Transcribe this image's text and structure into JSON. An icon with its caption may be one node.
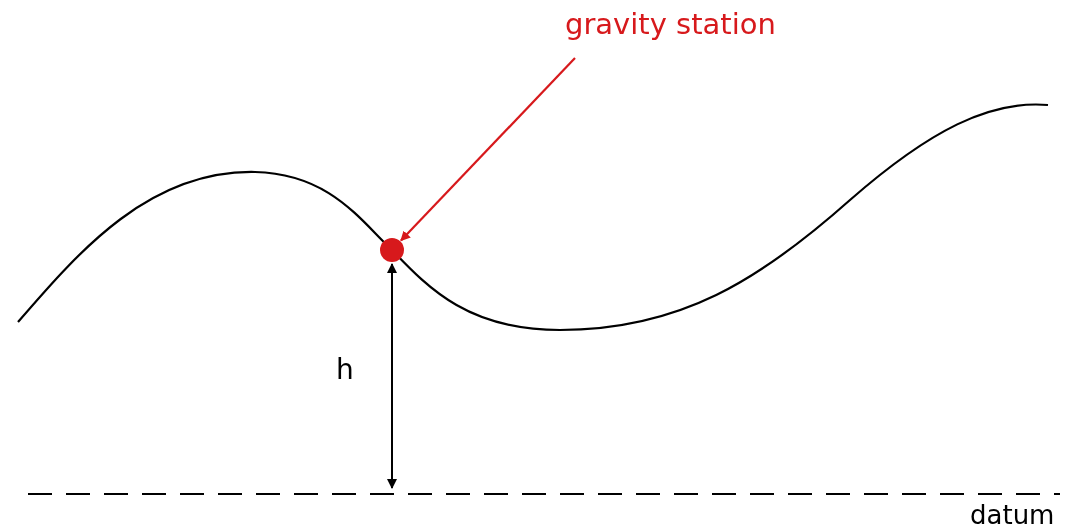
{
  "diagram": {
    "nodes": [
      {
        "text": [
          "gravity station"
        ]
      },
      {
        "text": [],
        "shape": "circle"
      }
    ],
    "edges": [
      {
        "from": 0,
        "to": 1,
        "arrow": "to"
      }
    ],
    "labels": [
      "h",
      "datum"
    ]
  }
}
